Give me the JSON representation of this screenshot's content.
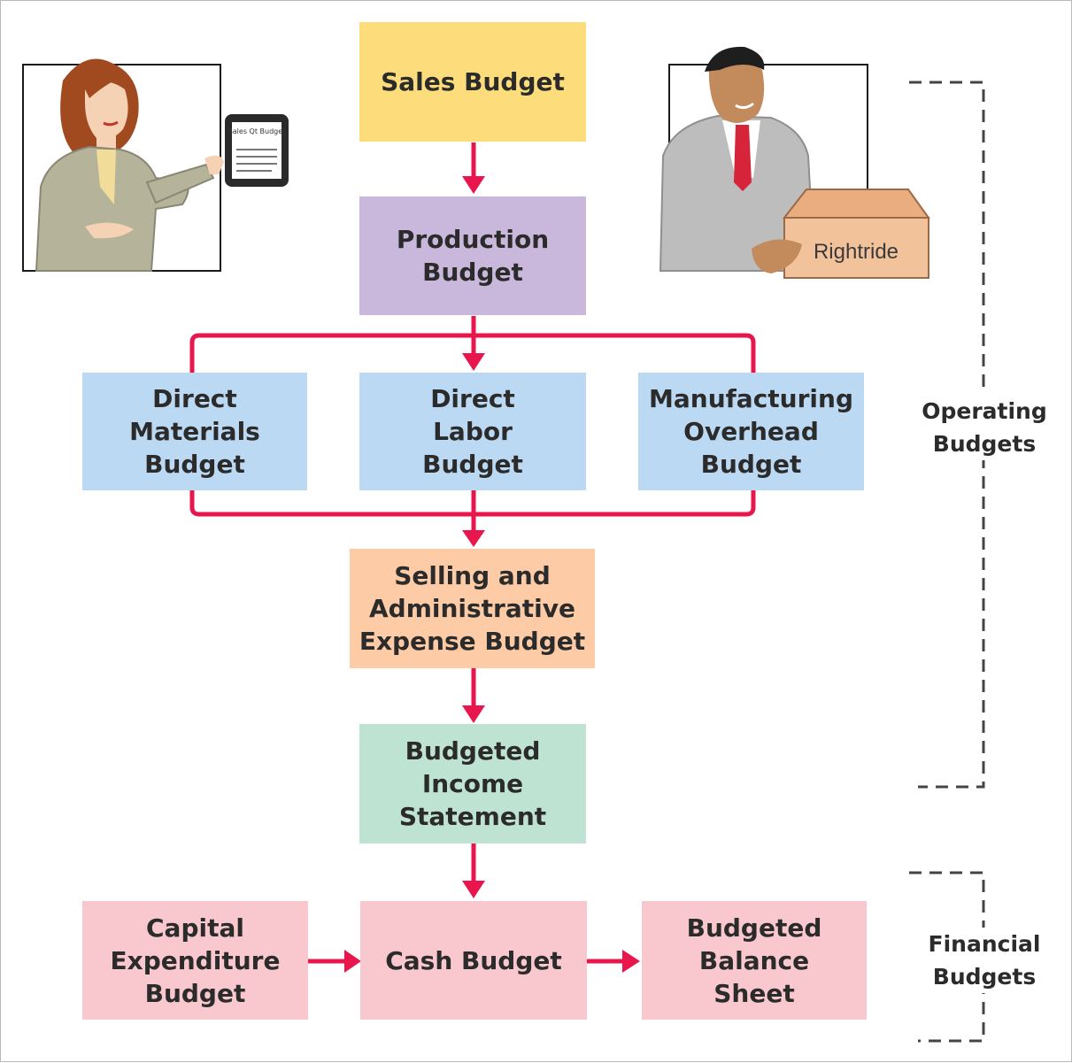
{
  "diagram": {
    "boxes": {
      "sales": {
        "label": "Sales Budget",
        "color": "#fddc7c"
      },
      "production": {
        "label": "Production\nBudget",
        "color": "#c9b8dc"
      },
      "direct_materials": {
        "label": "Direct\nMaterials\nBudget",
        "color": "#bcd9f3"
      },
      "direct_labor": {
        "label": "Direct\nLabor\nBudget",
        "color": "#bcd9f3"
      },
      "manufacturing_overhead": {
        "label": "Manufacturing\nOverhead\nBudget",
        "color": "#bcd9f3"
      },
      "selling_admin": {
        "label": "Selling and\nAdministrative\nExpense Budget",
        "color": "#fdcba6"
      },
      "budgeted_income": {
        "label": "Budgeted\nIncome\nStatement",
        "color": "#bfe3d3"
      },
      "capital_expenditure": {
        "label": "Capital\nExpenditure\nBudget",
        "color": "#f9c8cf"
      },
      "cash": {
        "label": "Cash Budget",
        "color": "#f9c8cf"
      },
      "budgeted_balance": {
        "label": "Budgeted\nBalance\nSheet",
        "color": "#f9c8cf"
      }
    },
    "groups": {
      "operating": {
        "label": "Operating\nBudgets"
      },
      "financial": {
        "label": "Financial\nBudgets"
      }
    },
    "illustrations": {
      "woman_tablet_text": "Sales Qt Budget",
      "man_box_text": "Rightride"
    },
    "colors": {
      "arrow": "#e8164c",
      "bracket": "#444444"
    }
  }
}
